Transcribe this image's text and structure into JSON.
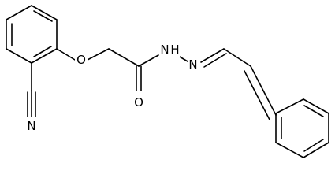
{
  "molecule": {
    "atoms": [
      {
        "id": "oxygen_ether",
        "symbol": "O"
      },
      {
        "id": "oxygen_carbonyl",
        "symbol": "O"
      },
      {
        "id": "nitrogen_amide",
        "symbol": "N"
      },
      {
        "id": "hydrogen_amide",
        "symbol": "H"
      },
      {
        "id": "nitrogen_imine",
        "symbol": "N"
      },
      {
        "id": "nitrogen_nitrile",
        "symbol": "N"
      }
    ]
  },
  "colors": {
    "bond": "#000000",
    "text": "#000000",
    "background": "#ffffff"
  }
}
